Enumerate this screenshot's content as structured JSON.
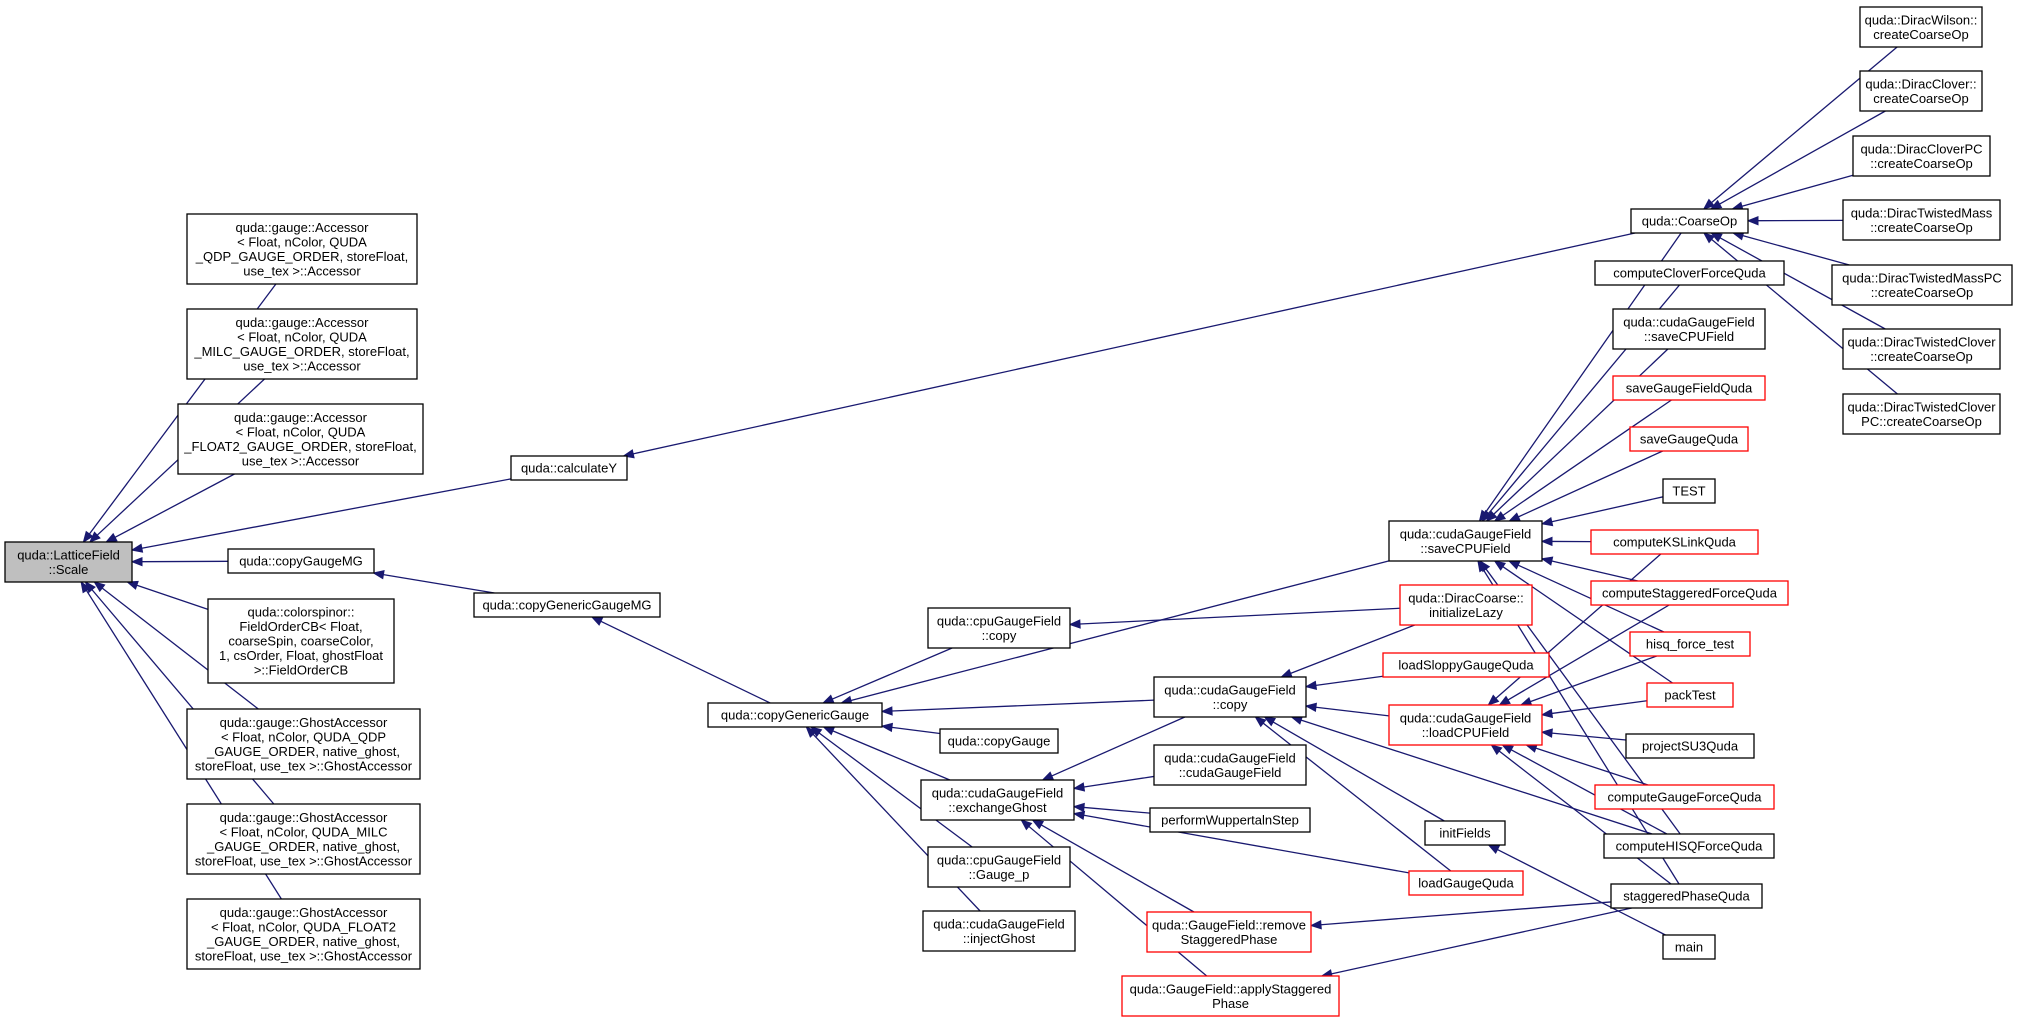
{
  "diagram": {
    "nodes": [
      {
        "id": "scale",
        "label": [
          "quda::LatticeField",
          "::Scale"
        ],
        "style": "root"
      },
      {
        "id": "acc_qdp",
        "label": [
          "quda::gauge::Accessor",
          "< Float, nColor, QUDA",
          "_QDP_GAUGE_ORDER, storeFloat,",
          "use_tex >::Accessor"
        ],
        "style": "normal"
      },
      {
        "id": "acc_milc",
        "label": [
          "quda::gauge::Accessor",
          "< Float, nColor, QUDA",
          "_MILC_GAUGE_ORDER, storeFloat,",
          "use_tex >::Accessor"
        ],
        "style": "normal"
      },
      {
        "id": "acc_float2",
        "label": [
          "quda::gauge::Accessor",
          "< Float, nColor, QUDA",
          "_FLOAT2_GAUGE_ORDER, storeFloat,",
          "use_tex >::Accessor"
        ],
        "style": "normal"
      },
      {
        "id": "calcY",
        "label": [
          "quda::calculateY"
        ],
        "style": "normal"
      },
      {
        "id": "copyGaugeMG",
        "label": [
          "quda::copyGaugeMG"
        ],
        "style": "normal"
      },
      {
        "id": "fieldOrderCB",
        "label": [
          "quda::colorspinor::",
          "FieldOrderCB< Float,",
          "coarseSpin, coarseColor,",
          "1, csOrder, Float, ghostFloat",
          ">::FieldOrderCB"
        ],
        "style": "normal"
      },
      {
        "id": "gacc_qdp",
        "label": [
          "quda::gauge::GhostAccessor",
          "< Float, nColor, QUDA_QDP",
          "_GAUGE_ORDER, native_ghost,",
          "storeFloat, use_tex >::GhostAccessor"
        ],
        "style": "normal"
      },
      {
        "id": "gacc_milc",
        "label": [
          "quda::gauge::GhostAccessor",
          "< Float, nColor, QUDA_MILC",
          "_GAUGE_ORDER, native_ghost,",
          "storeFloat, use_tex >::GhostAccessor"
        ],
        "style": "normal"
      },
      {
        "id": "gacc_float2",
        "label": [
          "quda::gauge::GhostAccessor",
          "< Float, nColor, QUDA_FLOAT2",
          "_GAUGE_ORDER, native_ghost,",
          "storeFloat, use_tex >::GhostAccessor"
        ],
        "style": "normal"
      },
      {
        "id": "copyGenericGaugeMG",
        "label": [
          "quda::copyGenericGaugeMG"
        ],
        "style": "normal"
      },
      {
        "id": "copyGenericGauge",
        "label": [
          "quda::copyGenericGauge"
        ],
        "style": "normal"
      },
      {
        "id": "cpuCopy",
        "label": [
          "quda::cpuGaugeField",
          "::copy"
        ],
        "style": "normal"
      },
      {
        "id": "copyGauge",
        "label": [
          "quda::copyGauge"
        ],
        "style": "normal"
      },
      {
        "id": "exchangeGhost",
        "label": [
          "quda::cudaGaugeField",
          "::exchangeGhost"
        ],
        "style": "normal"
      },
      {
        "id": "gaugeP",
        "label": [
          "quda::cpuGaugeField",
          "::Gauge_p"
        ],
        "style": "normal"
      },
      {
        "id": "injectGhost",
        "label": [
          "quda::cudaGaugeField",
          "::injectGhost"
        ],
        "style": "normal"
      },
      {
        "id": "cudaCopy",
        "label": [
          "quda::cudaGaugeField",
          "::copy"
        ],
        "style": "normal"
      },
      {
        "id": "cudaCtor",
        "label": [
          "quda::cudaGaugeField",
          "::cudaGaugeField"
        ],
        "style": "normal"
      },
      {
        "id": "wuppertal",
        "label": [
          "performWuppertalnStep"
        ],
        "style": "normal"
      },
      {
        "id": "removeStag",
        "label": [
          "quda::GaugeField::remove",
          "StaggeredPhase"
        ],
        "style": "red"
      },
      {
        "id": "applyStag",
        "label": [
          "quda::GaugeField::applyStaggered",
          "Phase"
        ],
        "style": "red"
      },
      {
        "id": "saveCPUField",
        "label": [
          "quda::cudaGaugeField",
          "::saveCPUField"
        ],
        "style": "normal"
      },
      {
        "id": "initLazy",
        "label": [
          "quda::DiracCoarse::",
          "initializeLazy"
        ],
        "style": "red"
      },
      {
        "id": "loadSloppy",
        "label": [
          "loadSloppyGaugeQuda"
        ],
        "style": "red"
      },
      {
        "id": "loadCPUField",
        "label": [
          "quda::cudaGaugeField",
          "::loadCPUField"
        ],
        "style": "red"
      },
      {
        "id": "initFields",
        "label": [
          "initFields"
        ],
        "style": "normal"
      },
      {
        "id": "loadGaugeQuda",
        "label": [
          "loadGaugeQuda"
        ],
        "style": "red"
      },
      {
        "id": "coarseOp",
        "label": [
          "quda::CoarseOp"
        ],
        "style": "normal"
      },
      {
        "id": "cloverForce",
        "label": [
          "computeCloverForceQuda"
        ],
        "style": "normal"
      },
      {
        "id": "saveCPUField2",
        "label": [
          "quda::cudaGaugeField",
          "::saveCPUField"
        ],
        "style": "normal"
      },
      {
        "id": "saveGaugeField",
        "label": [
          "saveGaugeFieldQuda"
        ],
        "style": "red"
      },
      {
        "id": "saveGauge",
        "label": [
          "saveGaugeQuda"
        ],
        "style": "red"
      },
      {
        "id": "test",
        "label": [
          "TEST"
        ],
        "style": "normal"
      },
      {
        "id": "ksLink",
        "label": [
          "computeKSLinkQuda"
        ],
        "style": "red"
      },
      {
        "id": "stagForce",
        "label": [
          "computeStaggeredForceQuda"
        ],
        "style": "red"
      },
      {
        "id": "hisqTest",
        "label": [
          "hisq_force_test"
        ],
        "style": "red"
      },
      {
        "id": "packTest",
        "label": [
          "packTest"
        ],
        "style": "red"
      },
      {
        "id": "projectSU3",
        "label": [
          "projectSU3Quda"
        ],
        "style": "normal"
      },
      {
        "id": "gaugeForce",
        "label": [
          "computeGaugeForceQuda"
        ],
        "style": "red"
      },
      {
        "id": "hisqForce",
        "label": [
          "computeHISQForceQuda"
        ],
        "style": "normal"
      },
      {
        "id": "stagPhase",
        "label": [
          "staggeredPhaseQuda"
        ],
        "style": "normal"
      },
      {
        "id": "main",
        "label": [
          "main"
        ],
        "style": "normal"
      },
      {
        "id": "dWilson",
        "label": [
          "quda::DiracWilson::",
          "createCoarseOp"
        ],
        "style": "normal"
      },
      {
        "id": "dClover",
        "label": [
          "quda::DiracClover::",
          "createCoarseOp"
        ],
        "style": "normal"
      },
      {
        "id": "dCloverPC",
        "label": [
          "quda::DiracCloverPC",
          "::createCoarseOp"
        ],
        "style": "normal"
      },
      {
        "id": "dTM",
        "label": [
          "quda::DiracTwistedMass",
          "::createCoarseOp"
        ],
        "style": "normal"
      },
      {
        "id": "dTMPC",
        "label": [
          "quda::DiracTwistedMassPC",
          "::createCoarseOp"
        ],
        "style": "normal"
      },
      {
        "id": "dTC",
        "label": [
          "quda::DiracTwistedClover",
          "::createCoarseOp"
        ],
        "style": "normal"
      },
      {
        "id": "dTCPC",
        "label": [
          "quda::DiracTwistedClover",
          "PC::createCoarseOp"
        ],
        "style": "normal"
      }
    ],
    "edges": [
      [
        "scale",
        "acc_qdp"
      ],
      [
        "scale",
        "acc_milc"
      ],
      [
        "scale",
        "acc_float2"
      ],
      [
        "scale",
        "calcY"
      ],
      [
        "scale",
        "copyGaugeMG"
      ],
      [
        "scale",
        "fieldOrderCB"
      ],
      [
        "scale",
        "gacc_qdp"
      ],
      [
        "scale",
        "gacc_milc"
      ],
      [
        "scale",
        "gacc_float2"
      ],
      [
        "calcY",
        "coarseOp"
      ],
      [
        "copyGaugeMG",
        "copyGenericGaugeMG"
      ],
      [
        "copyGenericGaugeMG",
        "copyGenericGauge"
      ],
      [
        "copyGenericGauge",
        "saveCPUField"
      ],
      [
        "copyGenericGauge",
        "cpuCopy"
      ],
      [
        "copyGenericGauge",
        "cudaCopy"
      ],
      [
        "copyGenericGauge",
        "copyGauge"
      ],
      [
        "copyGenericGauge",
        "exchangeGhost"
      ],
      [
        "copyGenericGauge",
        "gaugeP"
      ],
      [
        "copyGenericGauge",
        "injectGhost"
      ],
      [
        "cpuCopy",
        "initLazy"
      ],
      [
        "cudaCopy",
        "initLazy"
      ],
      [
        "cudaCopy",
        "loadSloppy"
      ],
      [
        "cudaCopy",
        "loadCPUField"
      ],
      [
        "cudaCopy",
        "initFields"
      ],
      [
        "cudaCopy",
        "loadGaugeQuda"
      ],
      [
        "cudaCopy",
        "hisqForce"
      ],
      [
        "exchangeGhost",
        "cudaCopy"
      ],
      [
        "exchangeGhost",
        "cudaCtor"
      ],
      [
        "exchangeGhost",
        "wuppertal"
      ],
      [
        "exchangeGhost",
        "loadGaugeQuda"
      ],
      [
        "exchangeGhost",
        "removeStag"
      ],
      [
        "exchangeGhost",
        "applyStag"
      ],
      [
        "removeStag",
        "stagPhase"
      ],
      [
        "applyStag",
        "stagPhase"
      ],
      [
        "saveCPUField",
        "coarseOp"
      ],
      [
        "saveCPUField",
        "cloverForce"
      ],
      [
        "saveCPUField",
        "saveCPUField2"
      ],
      [
        "saveCPUField",
        "saveGaugeField"
      ],
      [
        "saveCPUField",
        "saveGauge"
      ],
      [
        "saveCPUField",
        "test"
      ],
      [
        "saveCPUField",
        "ksLink"
      ],
      [
        "saveCPUField",
        "stagForce"
      ],
      [
        "saveCPUField",
        "hisqTest"
      ],
      [
        "saveCPUField",
        "packTest"
      ],
      [
        "saveCPUField",
        "hisqForce"
      ],
      [
        "saveCPUField",
        "stagPhase"
      ],
      [
        "loadCPUField",
        "ksLink"
      ],
      [
        "loadCPUField",
        "stagForce"
      ],
      [
        "loadCPUField",
        "hisqTest"
      ],
      [
        "loadCPUField",
        "packTest"
      ],
      [
        "loadCPUField",
        "projectSU3"
      ],
      [
        "loadCPUField",
        "gaugeForce"
      ],
      [
        "loadCPUField",
        "hisqForce"
      ],
      [
        "loadCPUField",
        "stagPhase"
      ],
      [
        "initFields",
        "main"
      ],
      [
        "coarseOp",
        "dWilson"
      ],
      [
        "coarseOp",
        "dClover"
      ],
      [
        "coarseOp",
        "dCloverPC"
      ],
      [
        "coarseOp",
        "dTM"
      ],
      [
        "coarseOp",
        "dTMPC"
      ],
      [
        "coarseOp",
        "dTC"
      ],
      [
        "coarseOp",
        "dTCPC"
      ]
    ]
  }
}
